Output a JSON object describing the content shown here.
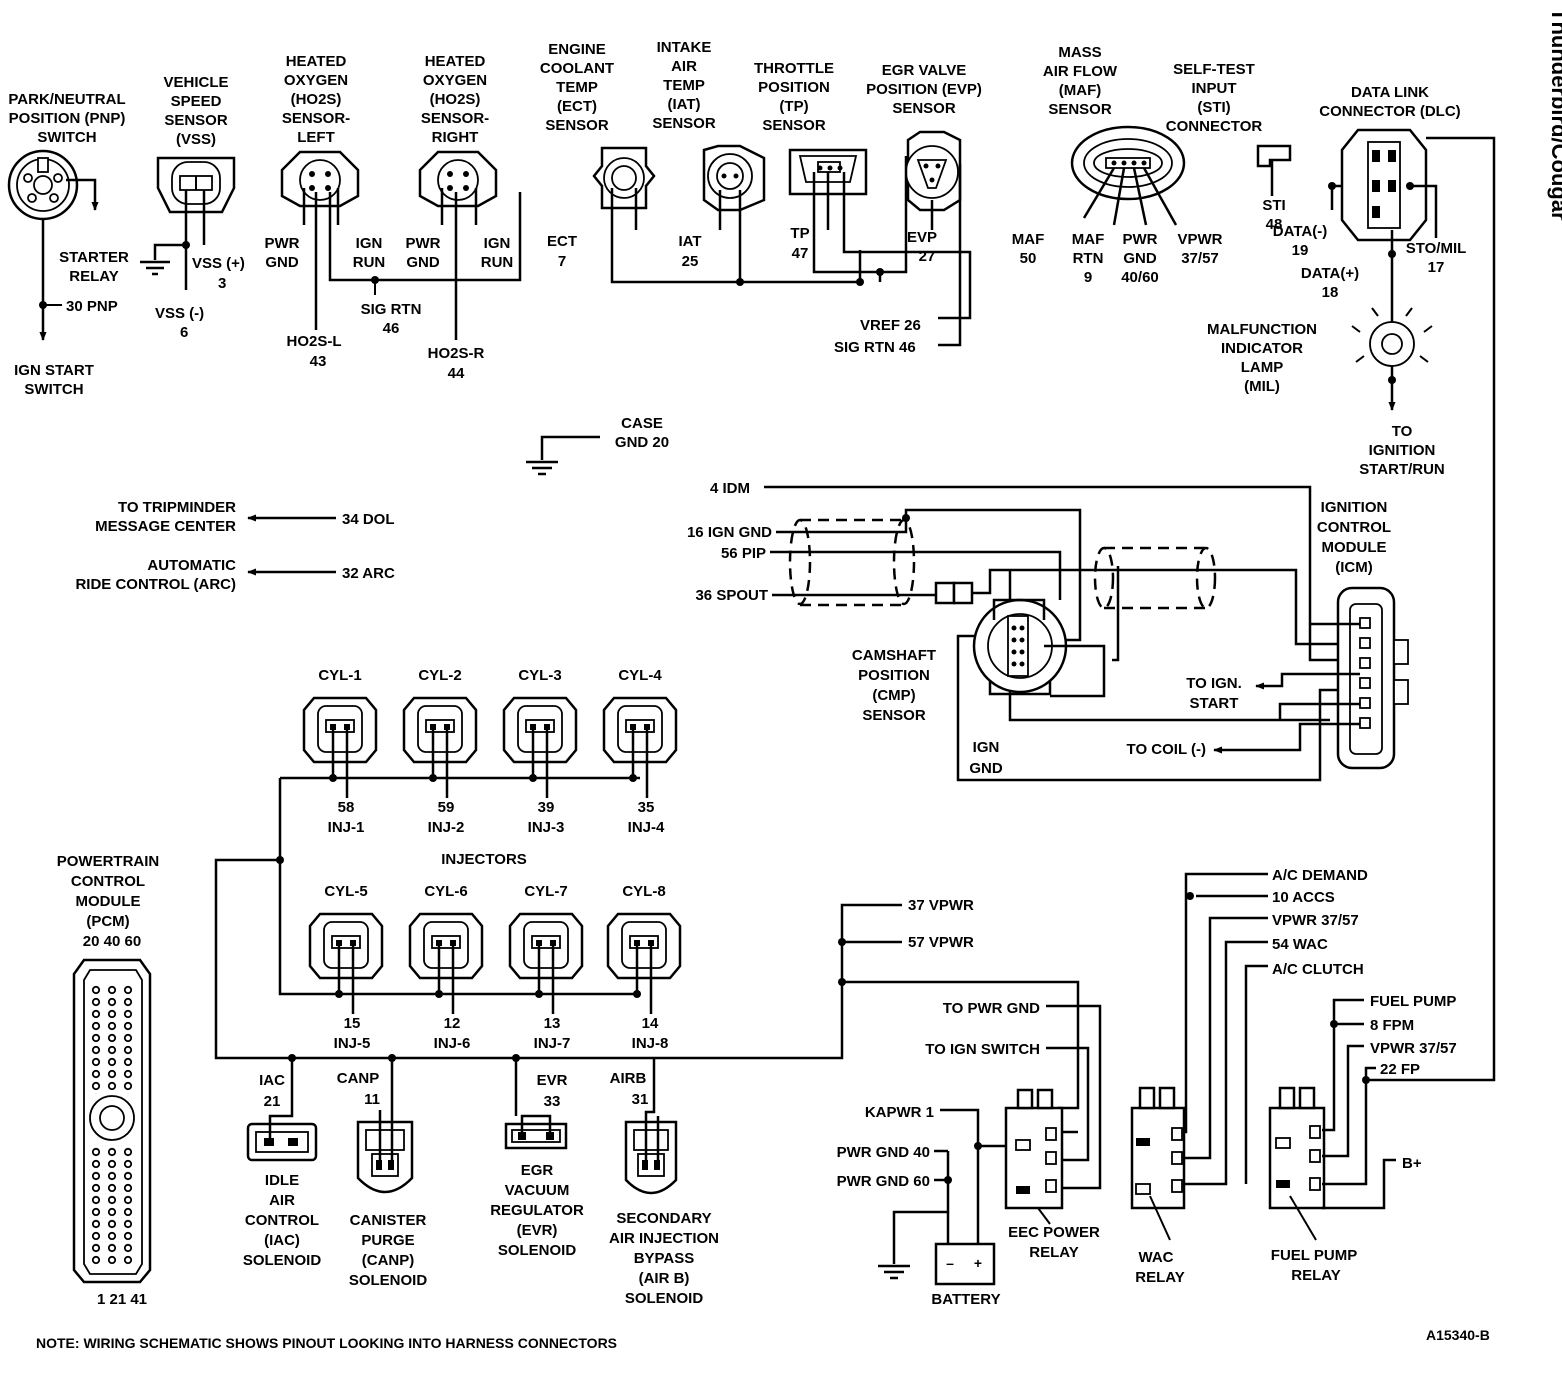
{
  "title": "Thunderbird/Cougar",
  "note": "NOTE: WIRING SCHEMATIC SHOWS PINOUT  LOOKING INTO HARNESS CONNECTORS",
  "figure_id": "A15340-B",
  "top_components": {
    "pnp": {
      "lines": [
        "PARK/NEUTRAL",
        "POSITION (PNP)",
        "SWITCH"
      ],
      "starter": [
        "STARTER",
        "RELAY"
      ],
      "pin": "30 PNP",
      "ign": [
        "IGN START",
        "SWITCH"
      ]
    },
    "vss": {
      "lines": [
        "VEHICLE",
        "SPEED",
        "SENSOR",
        "(VSS)"
      ],
      "plus": [
        "VSS (+)",
        "3"
      ],
      "minus": [
        "VSS (-)",
        "6"
      ]
    },
    "ho2s_left": {
      "lines": [
        "HEATED",
        "OXYGEN",
        "(HO2S)",
        "SENSOR-",
        "LEFT"
      ],
      "pwr": [
        "PWR",
        "GND"
      ],
      "ign": [
        "IGN",
        "RUN"
      ],
      "sig": [
        "HO2S-L",
        "43"
      ]
    },
    "ho2s_right": {
      "lines": [
        "HEATED",
        "OXYGEN",
        "(HO2S)",
        "SENSOR-",
        "RIGHT"
      ],
      "pwr": [
        "PWR",
        "GND"
      ],
      "ign": [
        "IGN",
        "RUN"
      ],
      "sig": [
        "HO2S-R",
        "44"
      ]
    },
    "sig_rtn": [
      "SIG RTN",
      "46"
    ],
    "ect": {
      "lines": [
        "ENGINE",
        "COOLANT",
        "TEMP",
        "(ECT)",
        "SENSOR"
      ],
      "pin": [
        "ECT",
        "7"
      ]
    },
    "iat": {
      "lines": [
        "INTAKE",
        "AIR",
        "TEMP",
        "(IAT)",
        "SENSOR"
      ],
      "pin": [
        "IAT",
        "25"
      ]
    },
    "tp": {
      "lines": [
        "THROTTLE",
        "POSITION",
        "(TP)",
        "SENSOR"
      ],
      "pin": [
        "TP",
        "47"
      ]
    },
    "evp": {
      "lines": [
        "EGR VALVE",
        "POSITION (EVP)",
        "SENSOR"
      ],
      "pin": [
        "EVP",
        "27"
      ]
    },
    "vref": "VREF 26",
    "sig_rtn2": "SIG RTN 46",
    "maf": {
      "lines": [
        "MASS",
        "AIR FLOW",
        "(MAF)",
        "SENSOR"
      ],
      "p1": [
        "MAF",
        "50"
      ],
      "p2": [
        "MAF",
        "RTN",
        "9"
      ],
      "p3": [
        "PWR",
        "GND",
        "40/60"
      ],
      "p4": [
        "VPWR",
        "37/57"
      ]
    },
    "sti": {
      "lines": [
        "SELF-TEST",
        "INPUT",
        "(STI)",
        "CONNECTOR"
      ],
      "pin": [
        "STI",
        "48"
      ]
    },
    "dlc": {
      "lines": [
        "DATA LINK",
        "CONNECTOR (DLC)"
      ],
      "dm": [
        "DATA(-)",
        "19"
      ],
      "dp": [
        "DATA(+)",
        "18"
      ],
      "sto": [
        "STO/MIL",
        "17"
      ]
    },
    "mil": {
      "lines": [
        "MALFUNCTION",
        "INDICATOR",
        "LAMP",
        "(MIL)"
      ],
      "to": [
        "TO",
        "IGNITION",
        "START/RUN"
      ]
    }
  },
  "case_gnd": [
    "CASE",
    "GND 20"
  ],
  "outputs": {
    "dol": {
      "lines": [
        "TO TRIPMINDER",
        "MESSAGE CENTER"
      ],
      "pin": "34 DOL"
    },
    "arc": {
      "lines": [
        "AUTOMATIC",
        "RIDE CONTROL (ARC)"
      ],
      "pin": "32 ARC"
    }
  },
  "ignition": {
    "idm": "4 IDM",
    "ign_gnd": "16 IGN GND",
    "pip": "56 PIP",
    "spout": "36 SPOUT",
    "icm": [
      "IGNITION",
      "CONTROL",
      "MODULE",
      "(ICM)"
    ],
    "cmp": [
      "CAMSHAFT",
      "POSITION",
      "(CMP)",
      "SENSOR"
    ],
    "to_start": [
      "TO IGN.",
      "START"
    ],
    "to_coil": "TO COIL (-)",
    "gnd": [
      "IGN",
      "GND"
    ]
  },
  "injectors": {
    "title": "INJECTORS",
    "top": [
      {
        "cyl": "CYL-1",
        "pin": "58",
        "inj": "INJ-1"
      },
      {
        "cyl": "CYL-2",
        "pin": "59",
        "inj": "INJ-2"
      },
      {
        "cyl": "CYL-3",
        "pin": "39",
        "inj": "INJ-3"
      },
      {
        "cyl": "CYL-4",
        "pin": "35",
        "inj": "INJ-4"
      }
    ],
    "bottom": [
      {
        "cyl": "CYL-5",
        "pin": "15",
        "inj": "INJ-5"
      },
      {
        "cyl": "CYL-6",
        "pin": "12",
        "inj": "INJ-6"
      },
      {
        "cyl": "CYL-7",
        "pin": "13",
        "inj": "INJ-7"
      },
      {
        "cyl": "CYL-8",
        "pin": "14",
        "inj": "INJ-8"
      }
    ]
  },
  "pcm": {
    "lines": [
      "POWERTRAIN",
      "CONTROL",
      "MODULE",
      "(PCM)"
    ],
    "top_pins": "20  40  60",
    "bottom_pins": "1   21  41"
  },
  "vpwr": {
    "a": "37 VPWR",
    "b": "57 VPWR"
  },
  "solenoids": {
    "iac": {
      "pin": [
        "IAC",
        "21"
      ],
      "lines": [
        "IDLE",
        "AIR",
        "CONTROL",
        "(IAC)",
        "SOLENOID"
      ]
    },
    "canp": {
      "pin": [
        "CANP",
        "11"
      ],
      "lines": [
        "CANISTER",
        "PURGE",
        "(CANP)",
        "SOLENOID"
      ]
    },
    "evr": {
      "pin": [
        "EVR",
        "33"
      ],
      "lines": [
        "EGR",
        "VACUUM",
        "REGULATOR",
        "(EVR)",
        "SOLENOID"
      ]
    },
    "airb": {
      "pin": [
        "AIRB",
        "31"
      ],
      "lines": [
        "SECONDARY",
        "AIR INJECTION",
        "BYPASS",
        "(AIR B)",
        "SOLENOID"
      ]
    }
  },
  "power": {
    "kapwr": "KAPWR 1",
    "pwr_gnd_40": "PWR GND 40",
    "pwr_gnd_60": "PWR GND 60",
    "battery": "BATTERY",
    "to_pwr_gnd": "TO PWR GND",
    "to_ign_switch": "TO IGN SWITCH",
    "eec": [
      "EEC POWER",
      "RELAY"
    ],
    "wac": [
      "WAC",
      "RELAY"
    ],
    "fuel": [
      "FUEL PUMP",
      "RELAY"
    ],
    "ac_demand": "A/C DEMAND",
    "accs": "10 ACCS",
    "vpwr1": "VPWR 37/57",
    "wac54": "54 WAC",
    "ac_clutch": "A/C CLUTCH",
    "fuel_pump": "FUEL PUMP",
    "fpm": "8 FPM",
    "vpwr2": "VPWR 37/57",
    "fp22": "22 FP",
    "bplus": "B+"
  }
}
